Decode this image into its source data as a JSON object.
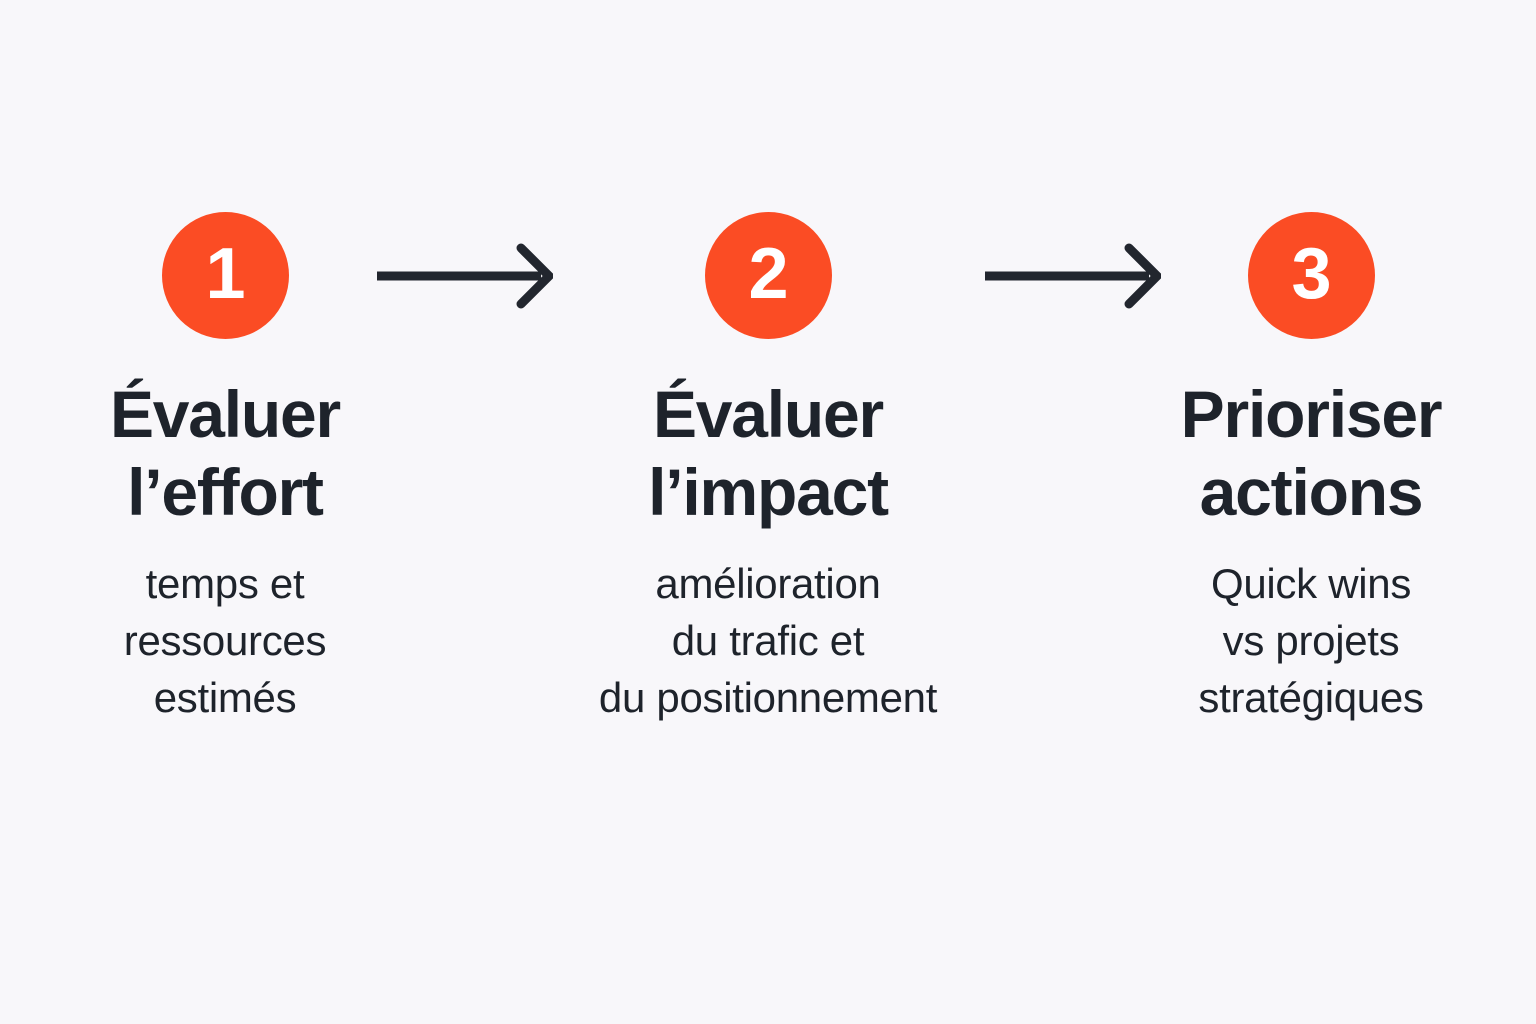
{
  "background_color": "#F8F7FA",
  "accent_color": "#FB4C24",
  "text_color": "#1E232B",
  "badge_text_color": "#FFFFFF",
  "diagram": {
    "type": "horizontal-process-flow",
    "language": "fr",
    "steps": [
      {
        "number": "1",
        "title": "Évaluer\nl’effort",
        "subtitle": "temps et\nressources\nestimés"
      },
      {
        "number": "2",
        "title": "Évaluer\nl’impact",
        "subtitle": "amélioration\ndu trafic et\ndu positionnement"
      },
      {
        "number": "3",
        "title": "Prioriser\nactions",
        "subtitle": "Quick wins\nvs projets\nstratégiques"
      }
    ],
    "connectors": [
      {
        "icon": "arrow-right-icon",
        "from": "1",
        "to": "2"
      },
      {
        "icon": "arrow-right-icon",
        "from": "2",
        "to": "3"
      }
    ]
  }
}
